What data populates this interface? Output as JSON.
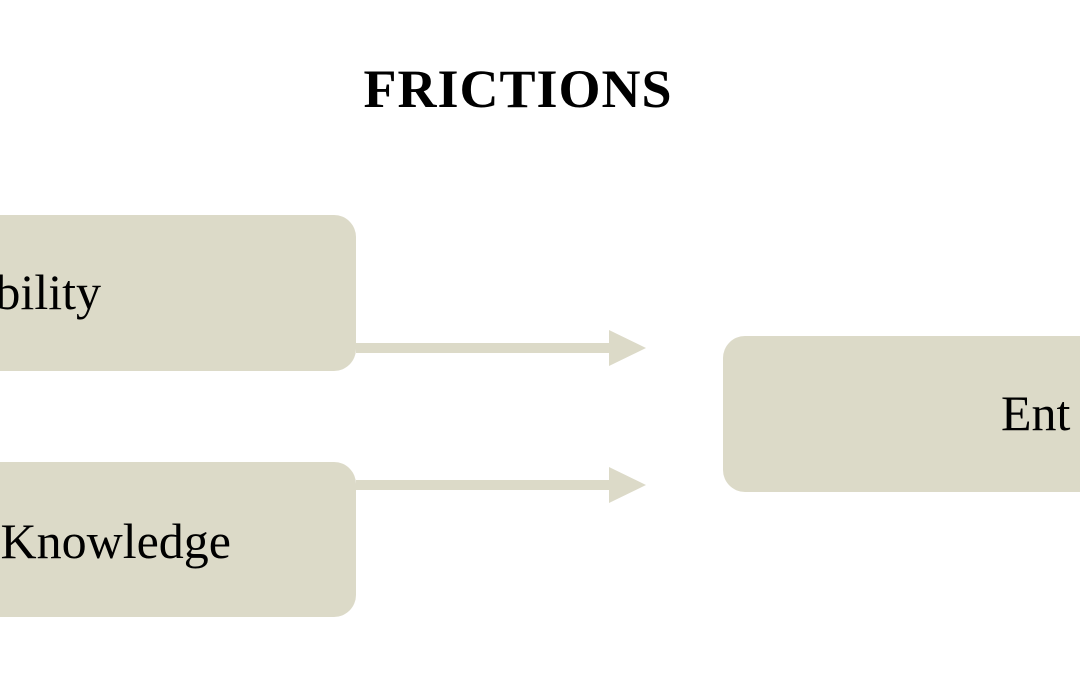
{
  "title": "FRICTIONS",
  "boxes": {
    "top_left": "bility",
    "bottom_left": "Knowledge",
    "right": "Ent"
  },
  "colors": {
    "box_fill": "#dcdac8",
    "arrow": "#dcdac8",
    "text": "#000000",
    "background": "#ffffff"
  }
}
